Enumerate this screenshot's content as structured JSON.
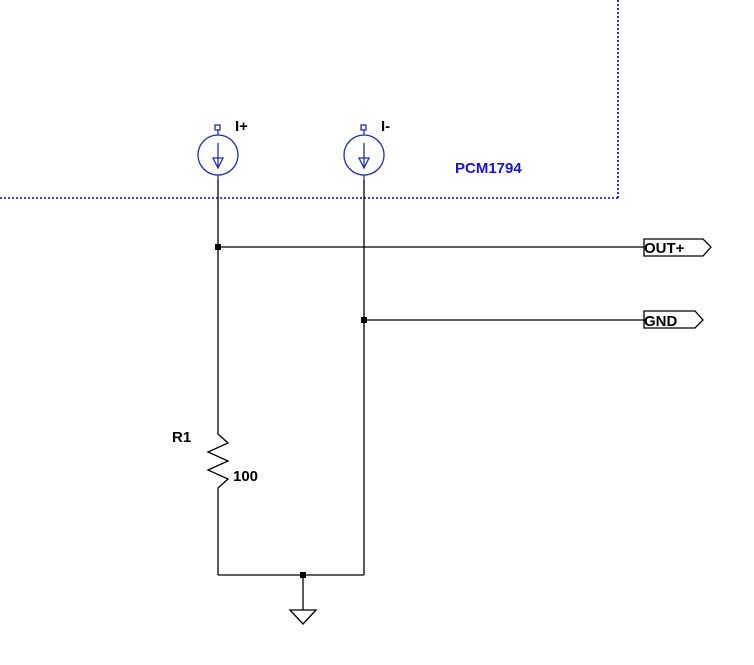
{
  "schematic": {
    "block_label": "PCM1794",
    "sources": [
      {
        "name": "I+"
      },
      {
        "name": "I-"
      }
    ],
    "resistor": {
      "ref": "R1",
      "value": "100"
    },
    "flags": [
      {
        "name": "OUT+"
      },
      {
        "name": "GND"
      }
    ]
  },
  "colors": {
    "wire": "#000000",
    "source_stroke": "#1f2fa8",
    "block_border": "#0000aa",
    "block_label": "#1515d0",
    "background": "#ffffff"
  }
}
